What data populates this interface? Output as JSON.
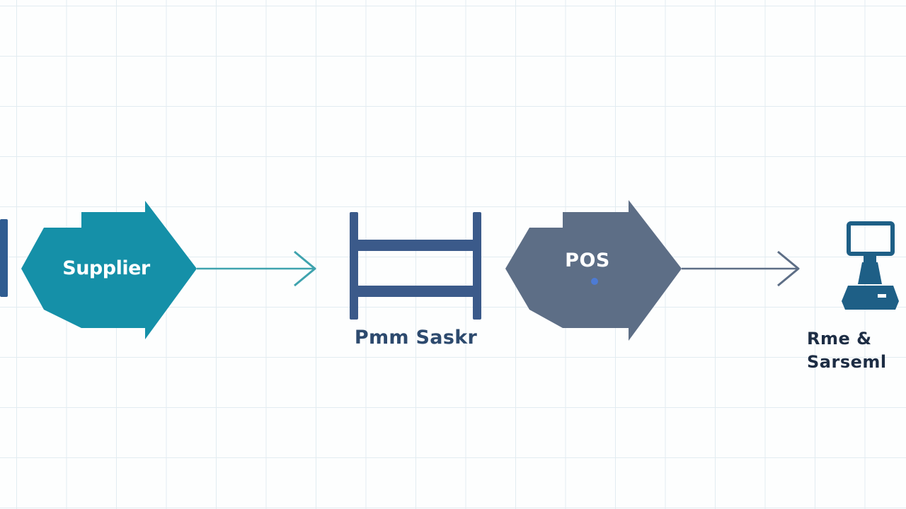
{
  "diagram": {
    "nodes": {
      "supplier": {
        "label": "Supplier",
        "color": "#1590a8",
        "shape": "hex-arrow"
      },
      "rack": {
        "label": "Pmm Saskr",
        "color": "#3b5a8a",
        "icon": "shelf-icon"
      },
      "pos": {
        "label": "POS",
        "color": "#5d6e86",
        "shape": "hex-arrow"
      },
      "terminal": {
        "label_line1": "Rme &",
        "label_line2": "Sarseml",
        "color": "#1e5f86",
        "icon": "pos-terminal-icon"
      }
    },
    "edges": [
      {
        "from": "supplier",
        "to": "rack",
        "color": "#3fa3ae"
      },
      {
        "from": "pos",
        "to": "terminal",
        "color": "#5d6e86"
      }
    ],
    "colors": {
      "grid": "#e2ecf1",
      "background": "#fdfefe",
      "left_partial_node": "#2f5c91",
      "pos_dot": "#4d7bd4"
    }
  }
}
